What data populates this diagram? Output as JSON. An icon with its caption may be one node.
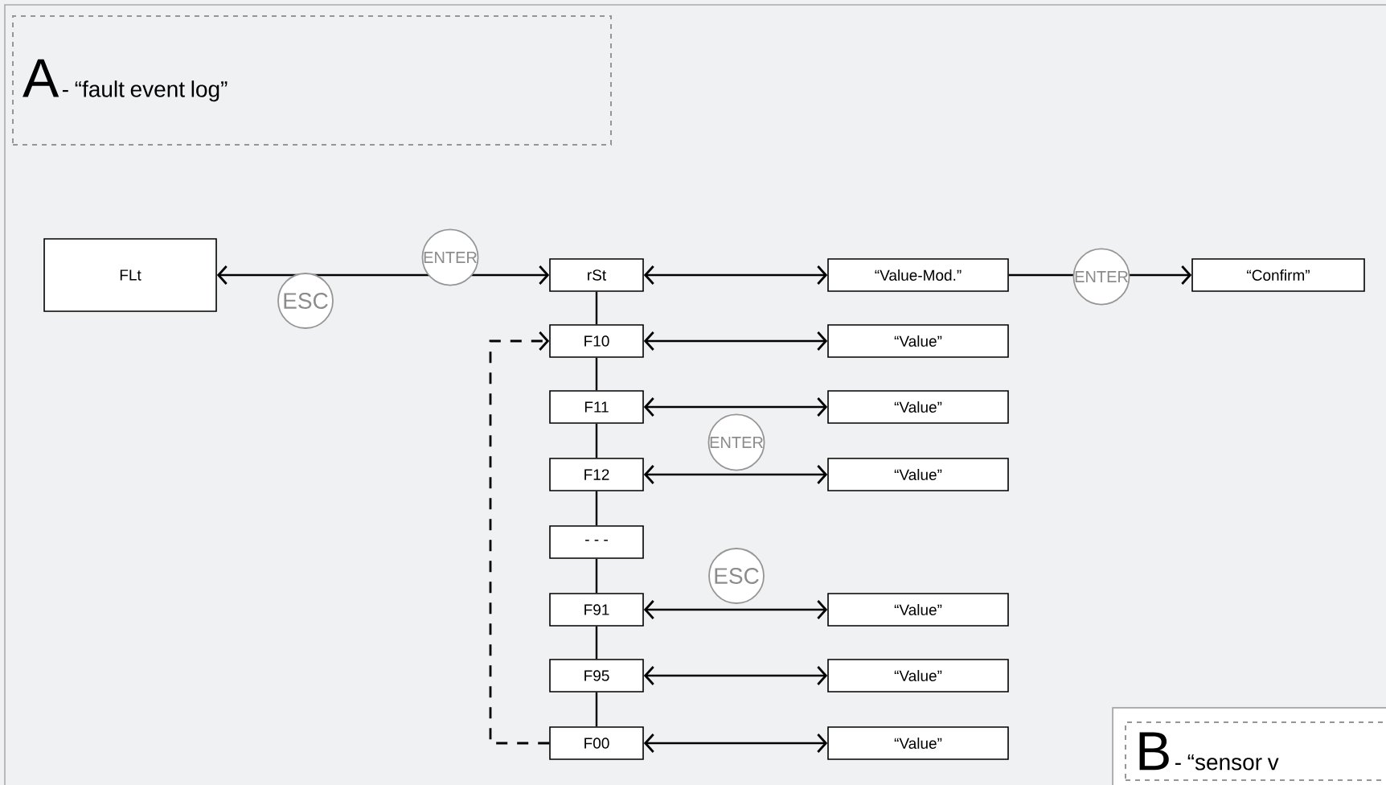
{
  "diagram": {
    "nodes": [
      {
        "text": [
          "FLt"
        ]
      },
      {
        "text": [
          "rSt"
        ]
      },
      {
        "text": [
          "F10"
        ]
      },
      {
        "text": [
          "F11"
        ]
      },
      {
        "text": [
          "F12"
        ]
      },
      {
        "text": [
          "- - -"
        ]
      },
      {
        "text": [
          "F91"
        ]
      },
      {
        "text": [
          "F95"
        ]
      },
      {
        "text": [
          "F00"
        ]
      },
      {
        "text": [
          "“Value-Mod.”"
        ]
      },
      {
        "text": [
          "“Confirm”"
        ]
      },
      {
        "text": [
          "“Value”"
        ]
      },
      {
        "text": [
          "“Value”"
        ]
      },
      {
        "text": [
          "“Value”"
        ]
      },
      {
        "text": [
          "“Value”"
        ]
      },
      {
        "text": [
          "“Value”"
        ]
      },
      {
        "text": [
          "“Value”"
        ]
      },
      {
        "text": [
          "A",
          "- “fault event log”"
        ]
      },
      {
        "text": [],
        "shape": "box"
      },
      {
        "text": [
          "B",
          "- “sensor v"
        ],
        "in": 18
      }
    ],
    "edges": [
      {
        "from": 0,
        "to": 1,
        "arrow": "both",
        "label": "ESC"
      },
      {
        "from": 1,
        "to": 9,
        "arrow": "both"
      },
      {
        "from": 9,
        "to": 10,
        "arrow": "to",
        "label": "ENTER"
      },
      {
        "from": 2,
        "to": 11,
        "arrow": "both"
      },
      {
        "from": 3,
        "to": 12,
        "arrow": "both"
      },
      {
        "from": 4,
        "to": 13,
        "arrow": "both"
      },
      {
        "from": 6,
        "to": 14,
        "arrow": "both"
      },
      {
        "from": 7,
        "to": 15,
        "arrow": "both"
      },
      {
        "from": 8,
        "to": 16,
        "arrow": "both"
      },
      {
        "from": 1,
        "to": 2,
        "arrow": "none"
      },
      {
        "from": 2,
        "to": 3,
        "arrow": "none"
      },
      {
        "from": 3,
        "to": 4,
        "arrow": "none"
      },
      {
        "from": 4,
        "to": 5,
        "arrow": "none"
      },
      {
        "from": 5,
        "to": 6,
        "arrow": "none"
      },
      {
        "from": 6,
        "to": 7,
        "arrow": "none"
      },
      {
        "from": 7,
        "to": 8,
        "arrow": "none"
      },
      {
        "from": 8,
        "to": 2,
        "arrow": "to",
        "style": "dashed"
      }
    ],
    "labels": [
      "ENTER",
      "ENTER",
      "ESC"
    ]
  }
}
